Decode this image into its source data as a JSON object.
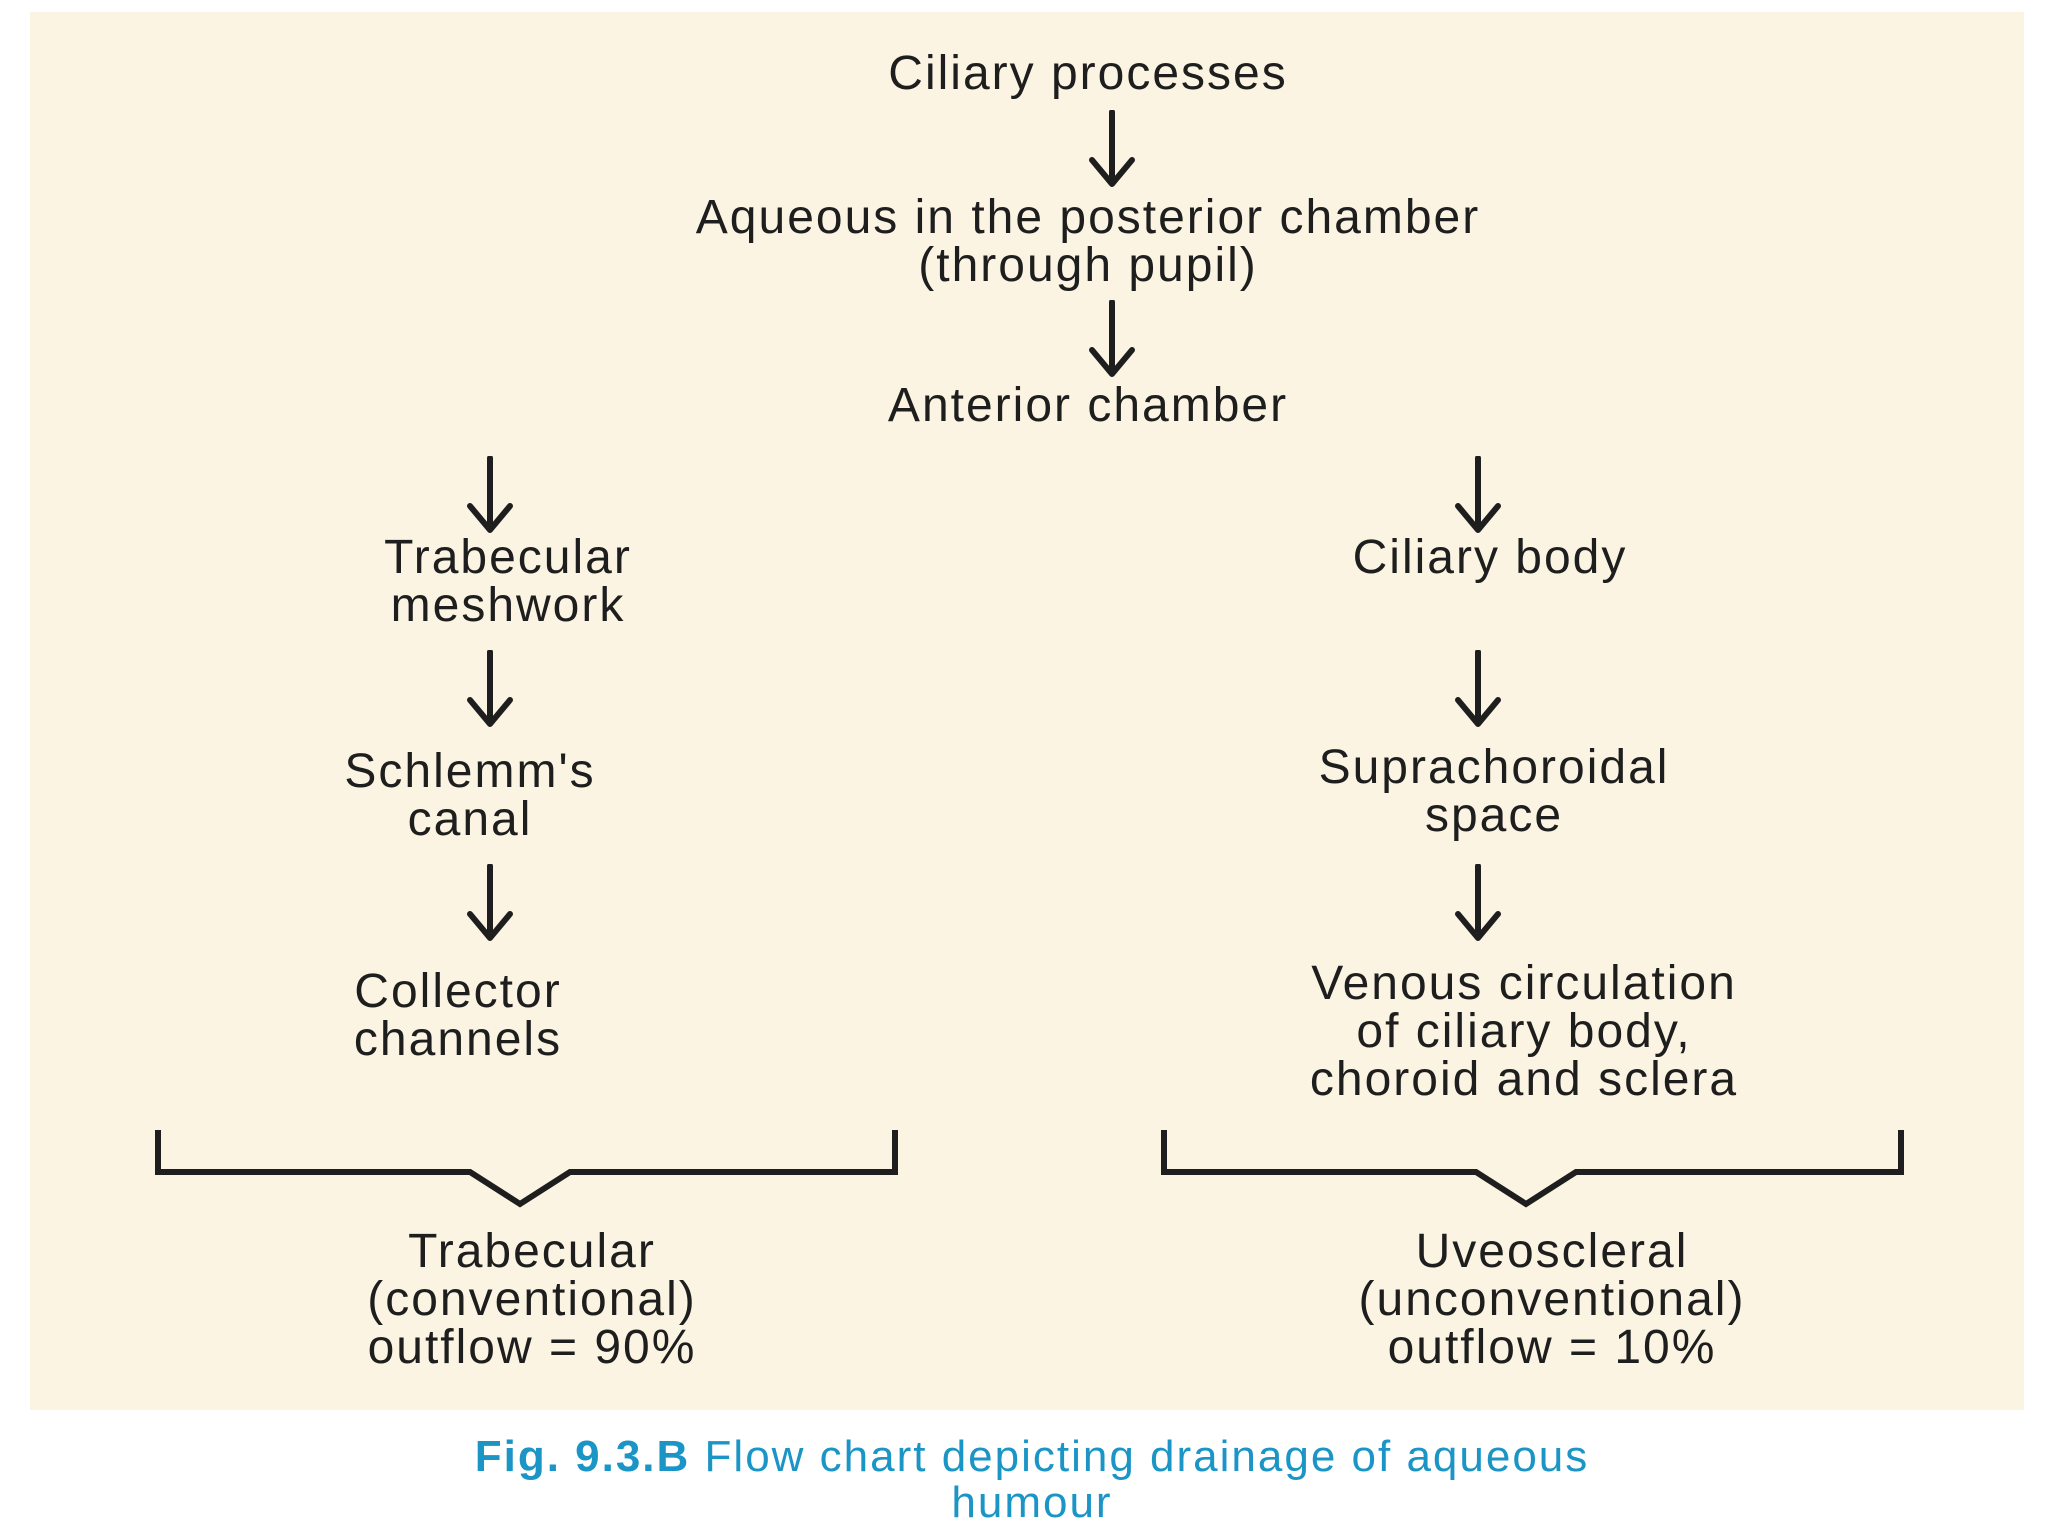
{
  "nodes": {
    "ciliary_processes": "Ciliary processes",
    "posterior_chamber": [
      "Aqueous in the posterior chamber",
      "(through pupil)"
    ],
    "anterior_chamber": "Anterior chamber",
    "trabecular_meshwork": [
      "Trabecular",
      "meshwork"
    ],
    "schlemms_canal": [
      "Schlemm's",
      "canal"
    ],
    "collector_channels": [
      "Collector",
      "channels"
    ],
    "ciliary_body": "Ciliary body",
    "suprachoroidal_space": [
      "Suprachoroidal",
      "space"
    ],
    "venous_circulation": [
      "Venous circulation",
      "of ciliary body,",
      "choroid and sclera"
    ]
  },
  "outcomes": {
    "trabecular": [
      "Trabecular",
      "(conventional)",
      "outflow = 90%"
    ],
    "uveoscleral": [
      "Uveoscleral",
      "(unconventional)",
      "outflow = 10%"
    ]
  },
  "caption": {
    "label": "Fig. 9.3.B",
    "text_line1": "Flow chart depicting drainage of aqueous",
    "text_line2": "humour"
  },
  "colors": {
    "panel_background": "#fbf4e2",
    "text": "#1e1e1e",
    "caption": "#1a95c6"
  }
}
